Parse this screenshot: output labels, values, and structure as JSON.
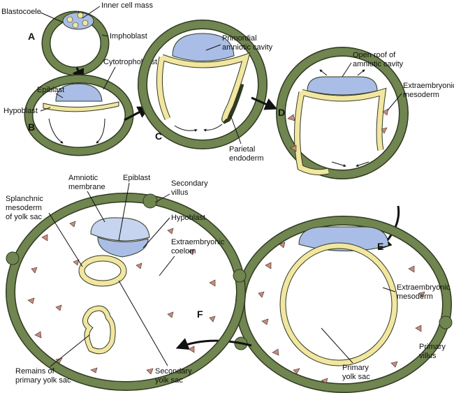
{
  "panels": {
    "a": "A",
    "b": "B",
    "c": "C",
    "d": "D",
    "e": "E",
    "f": "F"
  },
  "labels": {
    "blastocoele": "Blastocoele",
    "inner_cell_mass": "Inner cell mass",
    "imphoblast": "Imphoblast",
    "epiblast_b": "Epiblast",
    "hypoblast_b": "Hypoblast",
    "cytotrophoblast": "Cytotrophoblast",
    "primordial_amniotic_cavity": [
      "Primordial",
      "amniotic cavity"
    ],
    "parietal_endoderm": [
      "Parietal",
      "endoderm"
    ],
    "open_roof": [
      "Open roof of",
      "amniotic cavity"
    ],
    "extraembryonic_mesoderm_d": [
      "Extraembryonic",
      "mesoderm"
    ],
    "amniotic_membrane": [
      "Amniotic",
      "membrane"
    ],
    "epiblast_f": "Epiblast",
    "secondary_villus": [
      "Secondary",
      "villus"
    ],
    "splanchnic": [
      "Splanchnic",
      "mesoderm",
      "of yolk sac"
    ],
    "hypoblast_f": "Hypoblast",
    "extraembryonic_coelom": [
      "Extraembryonic",
      "coelom"
    ],
    "remains": [
      "Remains of",
      "primary yolk sac"
    ],
    "secondary_yolk_sac": [
      "Secondary",
      "yolk sac"
    ],
    "extraembryonic_mesoderm_e": [
      "Extraembryonic",
      "mesoderm"
    ],
    "primary_villus": [
      "Primary",
      "villus"
    ],
    "primary_yolk_sac": [
      "Primary",
      "yolk sac"
    ]
  },
  "colors": {
    "trophoblast": "#70854f",
    "epiblast": "#a9bde6",
    "hypoblast": "#f2e6a0",
    "mesoderm": "#c98b7b",
    "outline": "#2f3a22"
  }
}
